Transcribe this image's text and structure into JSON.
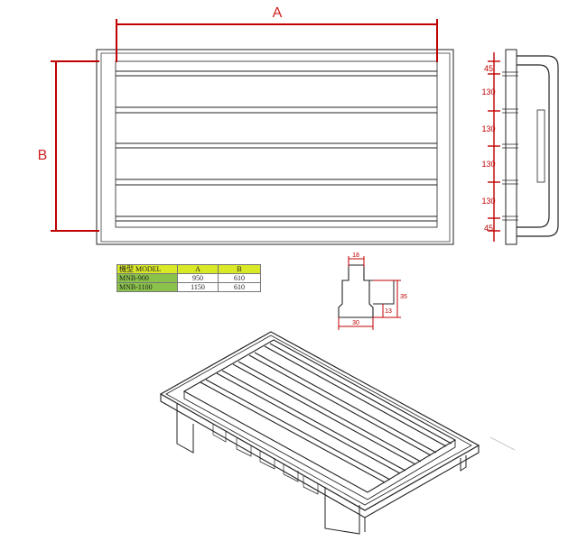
{
  "dimensions": {
    "width_label": "A",
    "height_label": "B",
    "side_pitches": [
      "45",
      "130",
      "130",
      "130",
      "130",
      "45"
    ],
    "slot_profile": {
      "top": "18",
      "height": "35",
      "step": "13",
      "base": "30"
    }
  },
  "spec_table": {
    "headers": {
      "model": "機型 MODEL",
      "a": "A",
      "b": "B"
    },
    "rows": [
      {
        "model": "MNB-900",
        "a": "950",
        "b": "610"
      },
      {
        "model": "MNB-1100",
        "a": "1150",
        "b": "610"
      }
    ]
  },
  "colors": {
    "dimension": "#c00000",
    "header": "#d9e827",
    "model": "#8bc34a",
    "line": "#222222"
  }
}
